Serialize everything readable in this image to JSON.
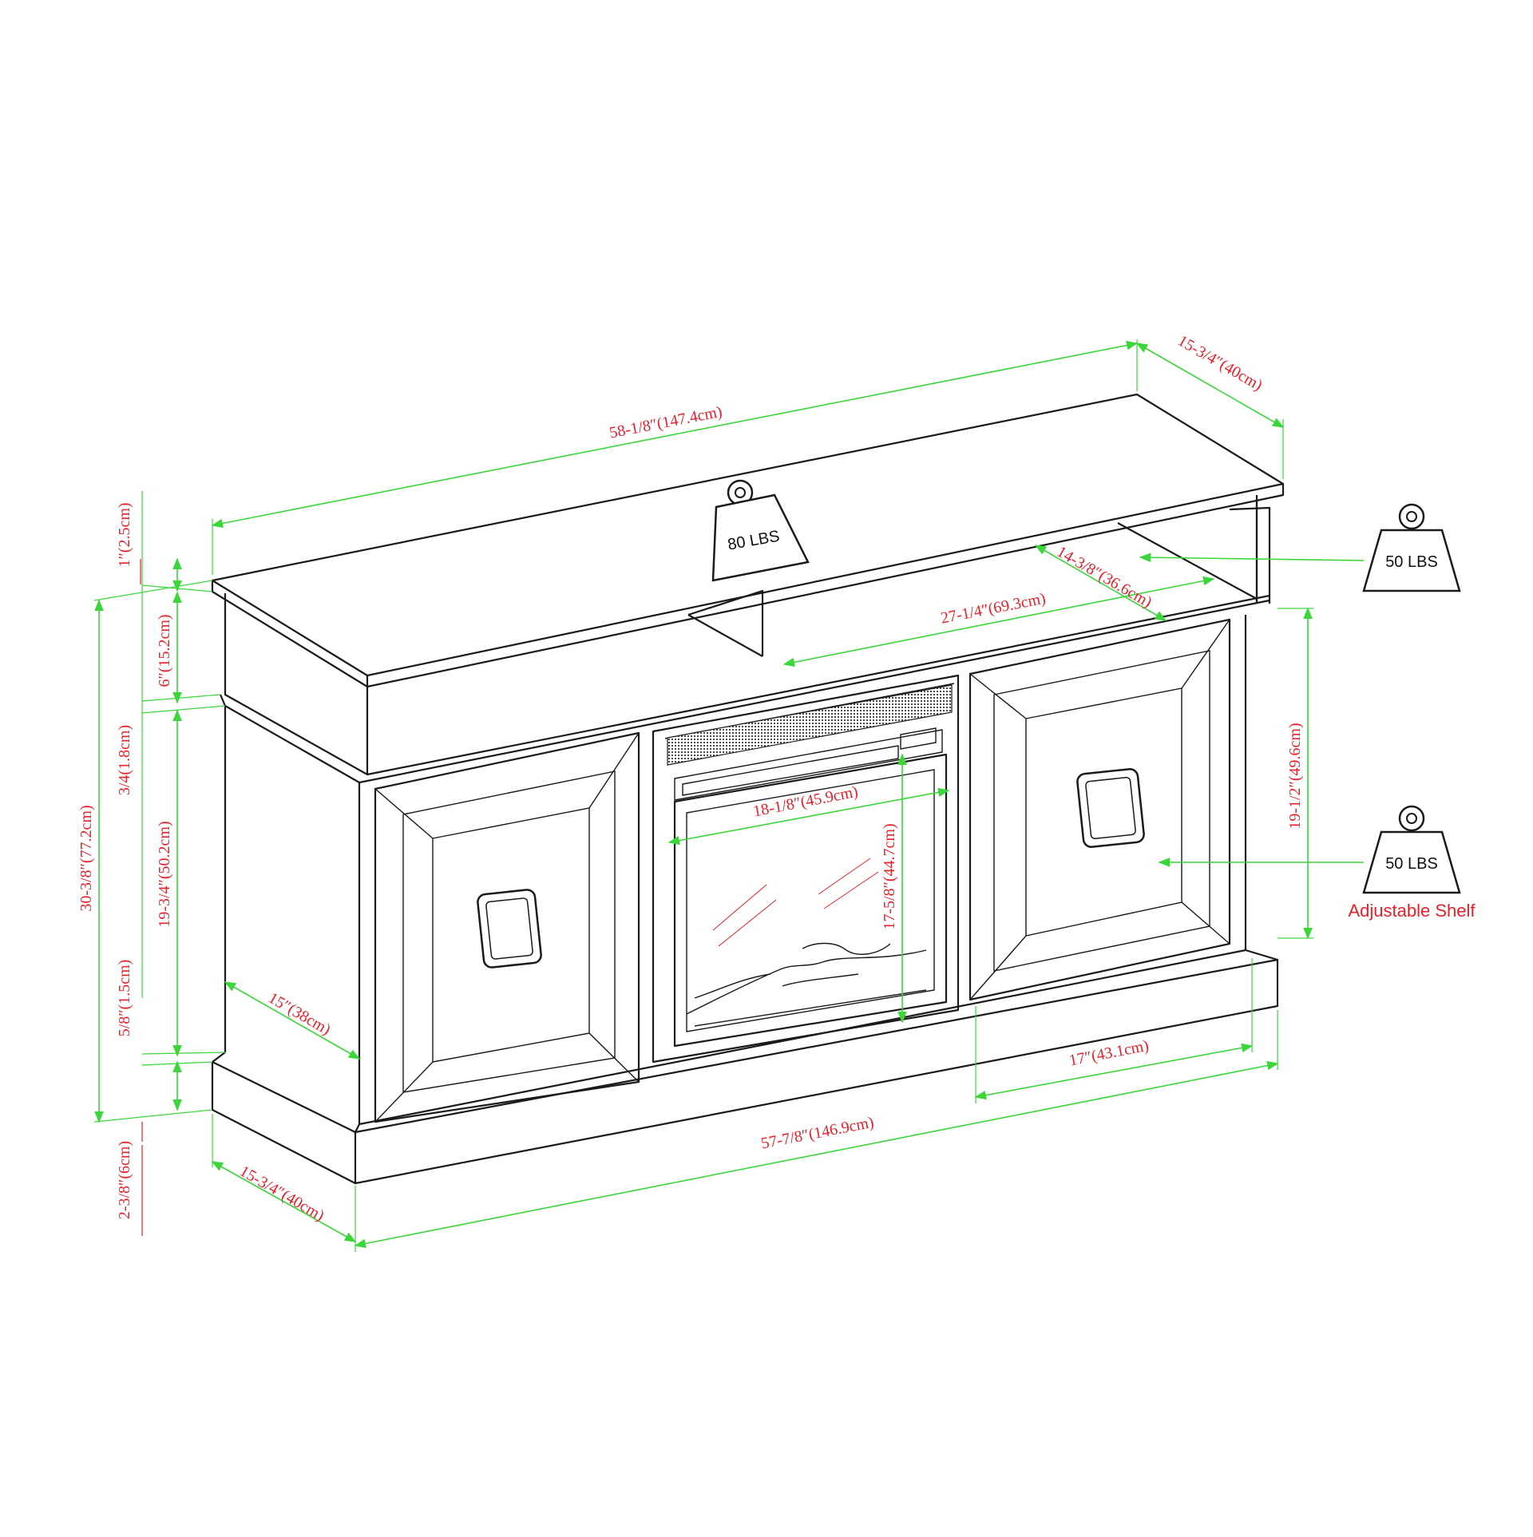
{
  "weights": {
    "top": "80 LBS",
    "shelf_upper": "50 LBS",
    "shelf_lower": "50 LBS",
    "adjustable_label": "Adjustable Shelf"
  },
  "dimensions": {
    "overall_top_width": "58-1/8″(147.4cm)",
    "top_depth": "15-3/4″(40cm)",
    "open_shelf_depth": "14-3/8″(36.6cm)",
    "open_shelf_width": "27-1/4″(69.3cm)",
    "top_thickness": "1″(2.5cm)",
    "upper_section_height": "6″(15.2cm)",
    "divider": "3/4(1.8cm)",
    "cabinet_height": "19-3/4″(50.2cm)",
    "overall_height": "30-3/8″(77.2cm)",
    "base_trim": "5/8″(1.5cm)",
    "base_height": "2-3/8″(6cm)",
    "fireplace_width": "18-1/8″(45.9cm)",
    "fireplace_height": "17-5/8″(44.7cm)",
    "door_height": "19-1/2″(49.6cm)",
    "door_width": "17″(43.1cm)",
    "side_depth": "15″(38cm)",
    "base_width": "57-7/8″(146.9cm)",
    "base_depth": "15-3/4″(40cm)"
  },
  "colors": {
    "dimension_line": "#3ad63a",
    "dimension_text": "#e8202a",
    "outline": "#1a1a1a"
  }
}
